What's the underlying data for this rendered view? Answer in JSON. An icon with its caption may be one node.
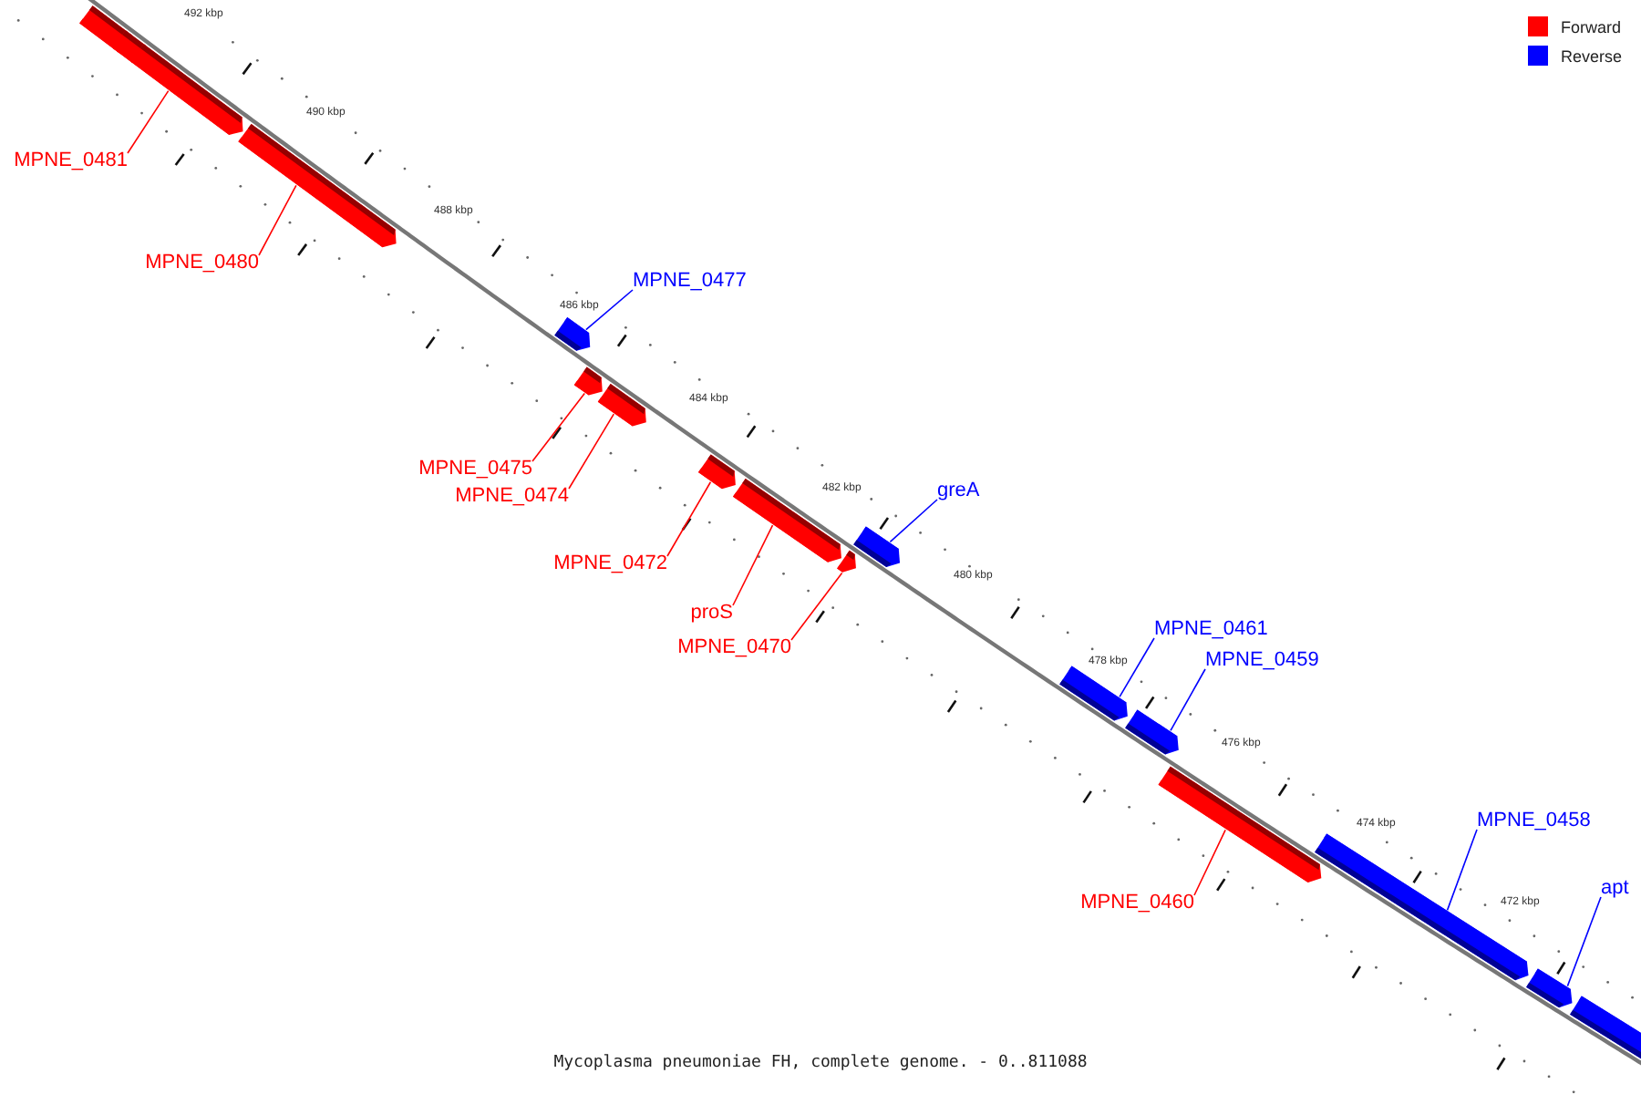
{
  "diagram": {
    "caption": "Mycoplasma pneumoniae FH, complete genome. - 0..811088",
    "nodes": [
      {
        "text": [
          "MPNE_0481"
        ]
      },
      {
        "text": [
          "MPNE_0480"
        ]
      },
      {
        "text": [
          "MPNE_0477"
        ]
      },
      {
        "text": [
          "MPNE_0475"
        ]
      },
      {
        "text": [
          "MPNE_0474"
        ]
      },
      {
        "text": [
          "MPNE_0472"
        ]
      },
      {
        "text": [
          "proS"
        ]
      },
      {
        "text": [
          "MPNE_0470"
        ]
      },
      {
        "text": [
          "greA"
        ]
      },
      {
        "text": [
          "MPNE_0461"
        ]
      },
      {
        "text": [
          "MPNE_0459"
        ]
      },
      {
        "text": [
          "MPNE_0460"
        ]
      },
      {
        "text": [
          "MPNE_0458"
        ]
      },
      {
        "text": [
          "apt"
        ]
      },
      {
        "text": [],
        "shape": "bar"
      },
      {
        "text": [],
        "shape": "bar"
      },
      {
        "text": [],
        "shape": "bar"
      },
      {
        "text": [],
        "shape": "bar"
      },
      {
        "text": [],
        "shape": "bar"
      },
      {
        "text": [],
        "shape": "bar"
      },
      {
        "text": [],
        "shape": "bar"
      },
      {
        "text": [],
        "shape": "bar"
      },
      {
        "text": [],
        "shape": "bar"
      },
      {
        "text": [],
        "shape": "bar"
      },
      {
        "text": [],
        "shape": "bar"
      },
      {
        "text": [],
        "shape": "bar"
      },
      {
        "text": [],
        "shape": "bar"
      },
      {
        "text": [],
        "shape": "bar"
      },
      {
        "text": [],
        "shape": "bar"
      },
      {
        "text": [],
        "shape": "bar"
      },
      {
        "text": [],
        "shape": "bar"
      }
    ],
    "edges": [
      {
        "from": 0,
        "to": 16,
        "arrow": "none"
      },
      {
        "from": 1,
        "to": 17,
        "arrow": "none"
      },
      {
        "from": 2,
        "to": 18,
        "arrow": "none",
        "color": "#0000ff"
      },
      {
        "from": 3,
        "to": 19,
        "arrow": "none"
      },
      {
        "from": 4,
        "to": 20,
        "arrow": "none"
      },
      {
        "from": 5,
        "to": 21,
        "arrow": "none"
      },
      {
        "from": 6,
        "to": 22,
        "arrow": "none"
      },
      {
        "from": 7,
        "to": 23,
        "arrow": "none"
      },
      {
        "from": 8,
        "to": 24,
        "arrow": "none",
        "color": "#0000ff"
      },
      {
        "from": 9,
        "to": 25,
        "arrow": "none",
        "color": "#0000ff"
      },
      {
        "from": 10,
        "to": 26,
        "arrow": "none",
        "color": "#0000ff"
      },
      {
        "from": 11,
        "to": 27,
        "arrow": "none"
      },
      {
        "from": 12,
        "to": 28,
        "arrow": "none",
        "color": "#0000ff"
      },
      {
        "from": 13,
        "to": 29,
        "arrow": "none",
        "color": "#0000ff"
      }
    ],
    "labels": [
      "492 kbp",
      "490 kbp",
      "488 kbp",
      "486 kbp",
      "484 kbp",
      "482 kbp",
      "480 kbp",
      "478 kbp",
      "476 kbp",
      "474 kbp",
      "472 kbp"
    ],
    "legend": [
      {
        "text": "Forward",
        "color": "#ff0000"
      },
      {
        "text": "Reverse",
        "color": "#0000ff"
      }
    ]
  }
}
